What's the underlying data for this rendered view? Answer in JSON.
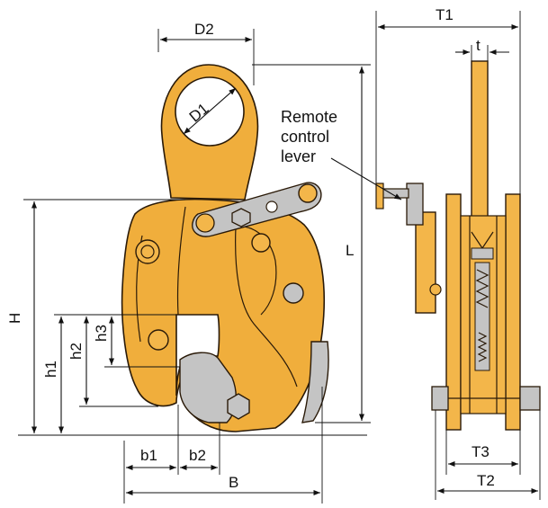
{
  "labels": {
    "D1": "D1",
    "D2": "D2",
    "T1": "T1",
    "T2": "T2",
    "T3": "T3",
    "t": "t",
    "H": "H",
    "L": "L",
    "h1": "h1",
    "h2": "h2",
    "h3": "h3",
    "b1": "b1",
    "b2": "b2",
    "B": "B"
  },
  "callout": {
    "line1": "Remote",
    "line2": "control",
    "line3": "lever"
  },
  "colors": {
    "body": "#F0AE3C",
    "jaw": "#C4C4C4",
    "outline": "#2a1a08",
    "dimension_line": "#111111"
  }
}
